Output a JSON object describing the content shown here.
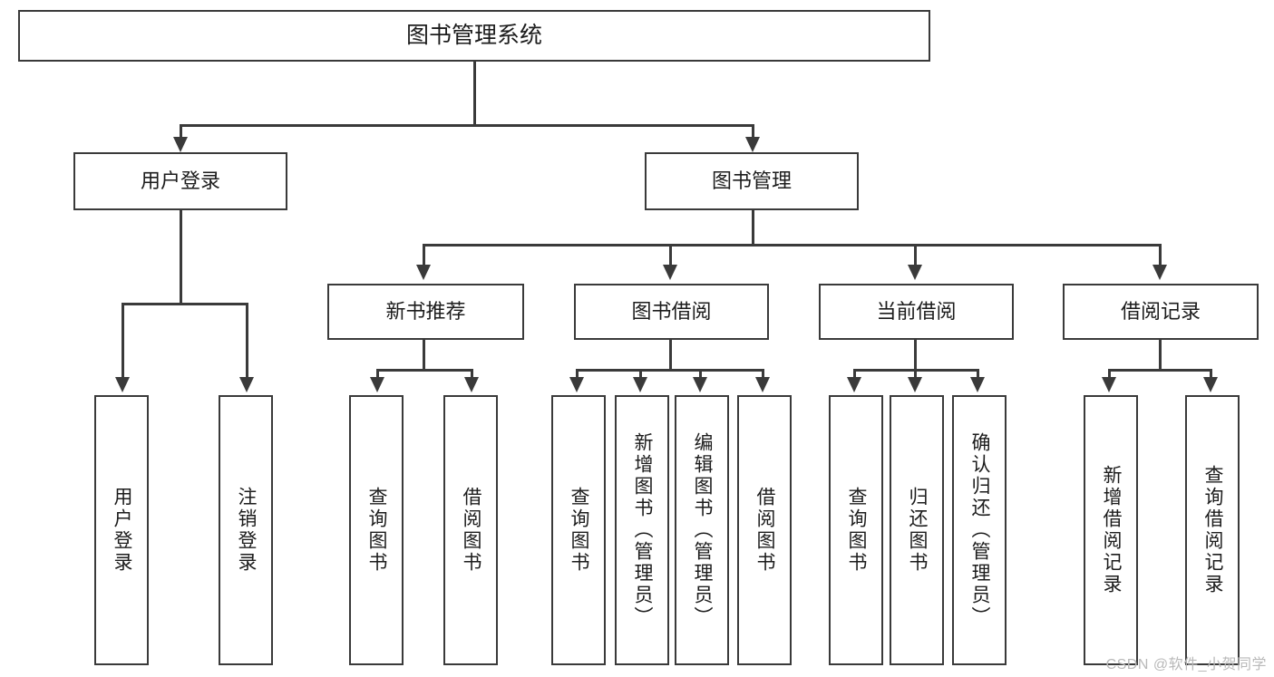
{
  "diagram": {
    "title": "图书管理系统",
    "type": "tree",
    "root": {
      "id": "root",
      "label": "图书管理系统",
      "level": 1
    },
    "level2": [
      {
        "id": "user-login",
        "label": "用户登录",
        "level": 2
      },
      {
        "id": "book-manage",
        "label": "图书管理",
        "level": 2
      }
    ],
    "level3": [
      {
        "id": "new-book-recommend",
        "label": "新书推荐",
        "level": 3,
        "parent": "book-manage"
      },
      {
        "id": "book-borrow",
        "label": "图书借阅",
        "level": 3,
        "parent": "book-manage"
      },
      {
        "id": "current-borrow",
        "label": "当前借阅",
        "level": 3,
        "parent": "book-manage"
      },
      {
        "id": "borrow-record",
        "label": "借阅记录",
        "level": 3,
        "parent": "book-manage"
      }
    ],
    "leaves": {
      "user_login": [
        {
          "id": "leaf-user-login",
          "label": "用户登录"
        },
        {
          "id": "leaf-logout-login",
          "label": "注销登录"
        }
      ],
      "new_book_recommend": [
        {
          "id": "leaf-query-book-1",
          "label": "查询图书"
        },
        {
          "id": "leaf-borrow-book-1",
          "label": "借阅图书"
        }
      ],
      "book_borrow": [
        {
          "id": "leaf-query-book-2",
          "label": "查询图书"
        },
        {
          "id": "leaf-add-book",
          "label": "新增图书（管理员）"
        },
        {
          "id": "leaf-edit-book",
          "label": "编辑图书（管理员）"
        },
        {
          "id": "leaf-borrow-book-2",
          "label": "借阅图书"
        }
      ],
      "current_borrow": [
        {
          "id": "leaf-query-book-3",
          "label": "查询图书"
        },
        {
          "id": "leaf-return-book",
          "label": "归还图书"
        },
        {
          "id": "leaf-confirm-return",
          "label": "确认归还（管理员）"
        }
      ],
      "borrow_record": [
        {
          "id": "leaf-add-record",
          "label": "新增借阅记录"
        },
        {
          "id": "leaf-query-record",
          "label": "查询借阅记录"
        }
      ]
    }
  },
  "watermark": {
    "text": "CSDN @软件_小贺同学"
  },
  "colors": {
    "stroke": "#3a3a3a",
    "text": "#1c1c1c",
    "background": "#ffffff",
    "watermark": "#b9b9b9"
  }
}
